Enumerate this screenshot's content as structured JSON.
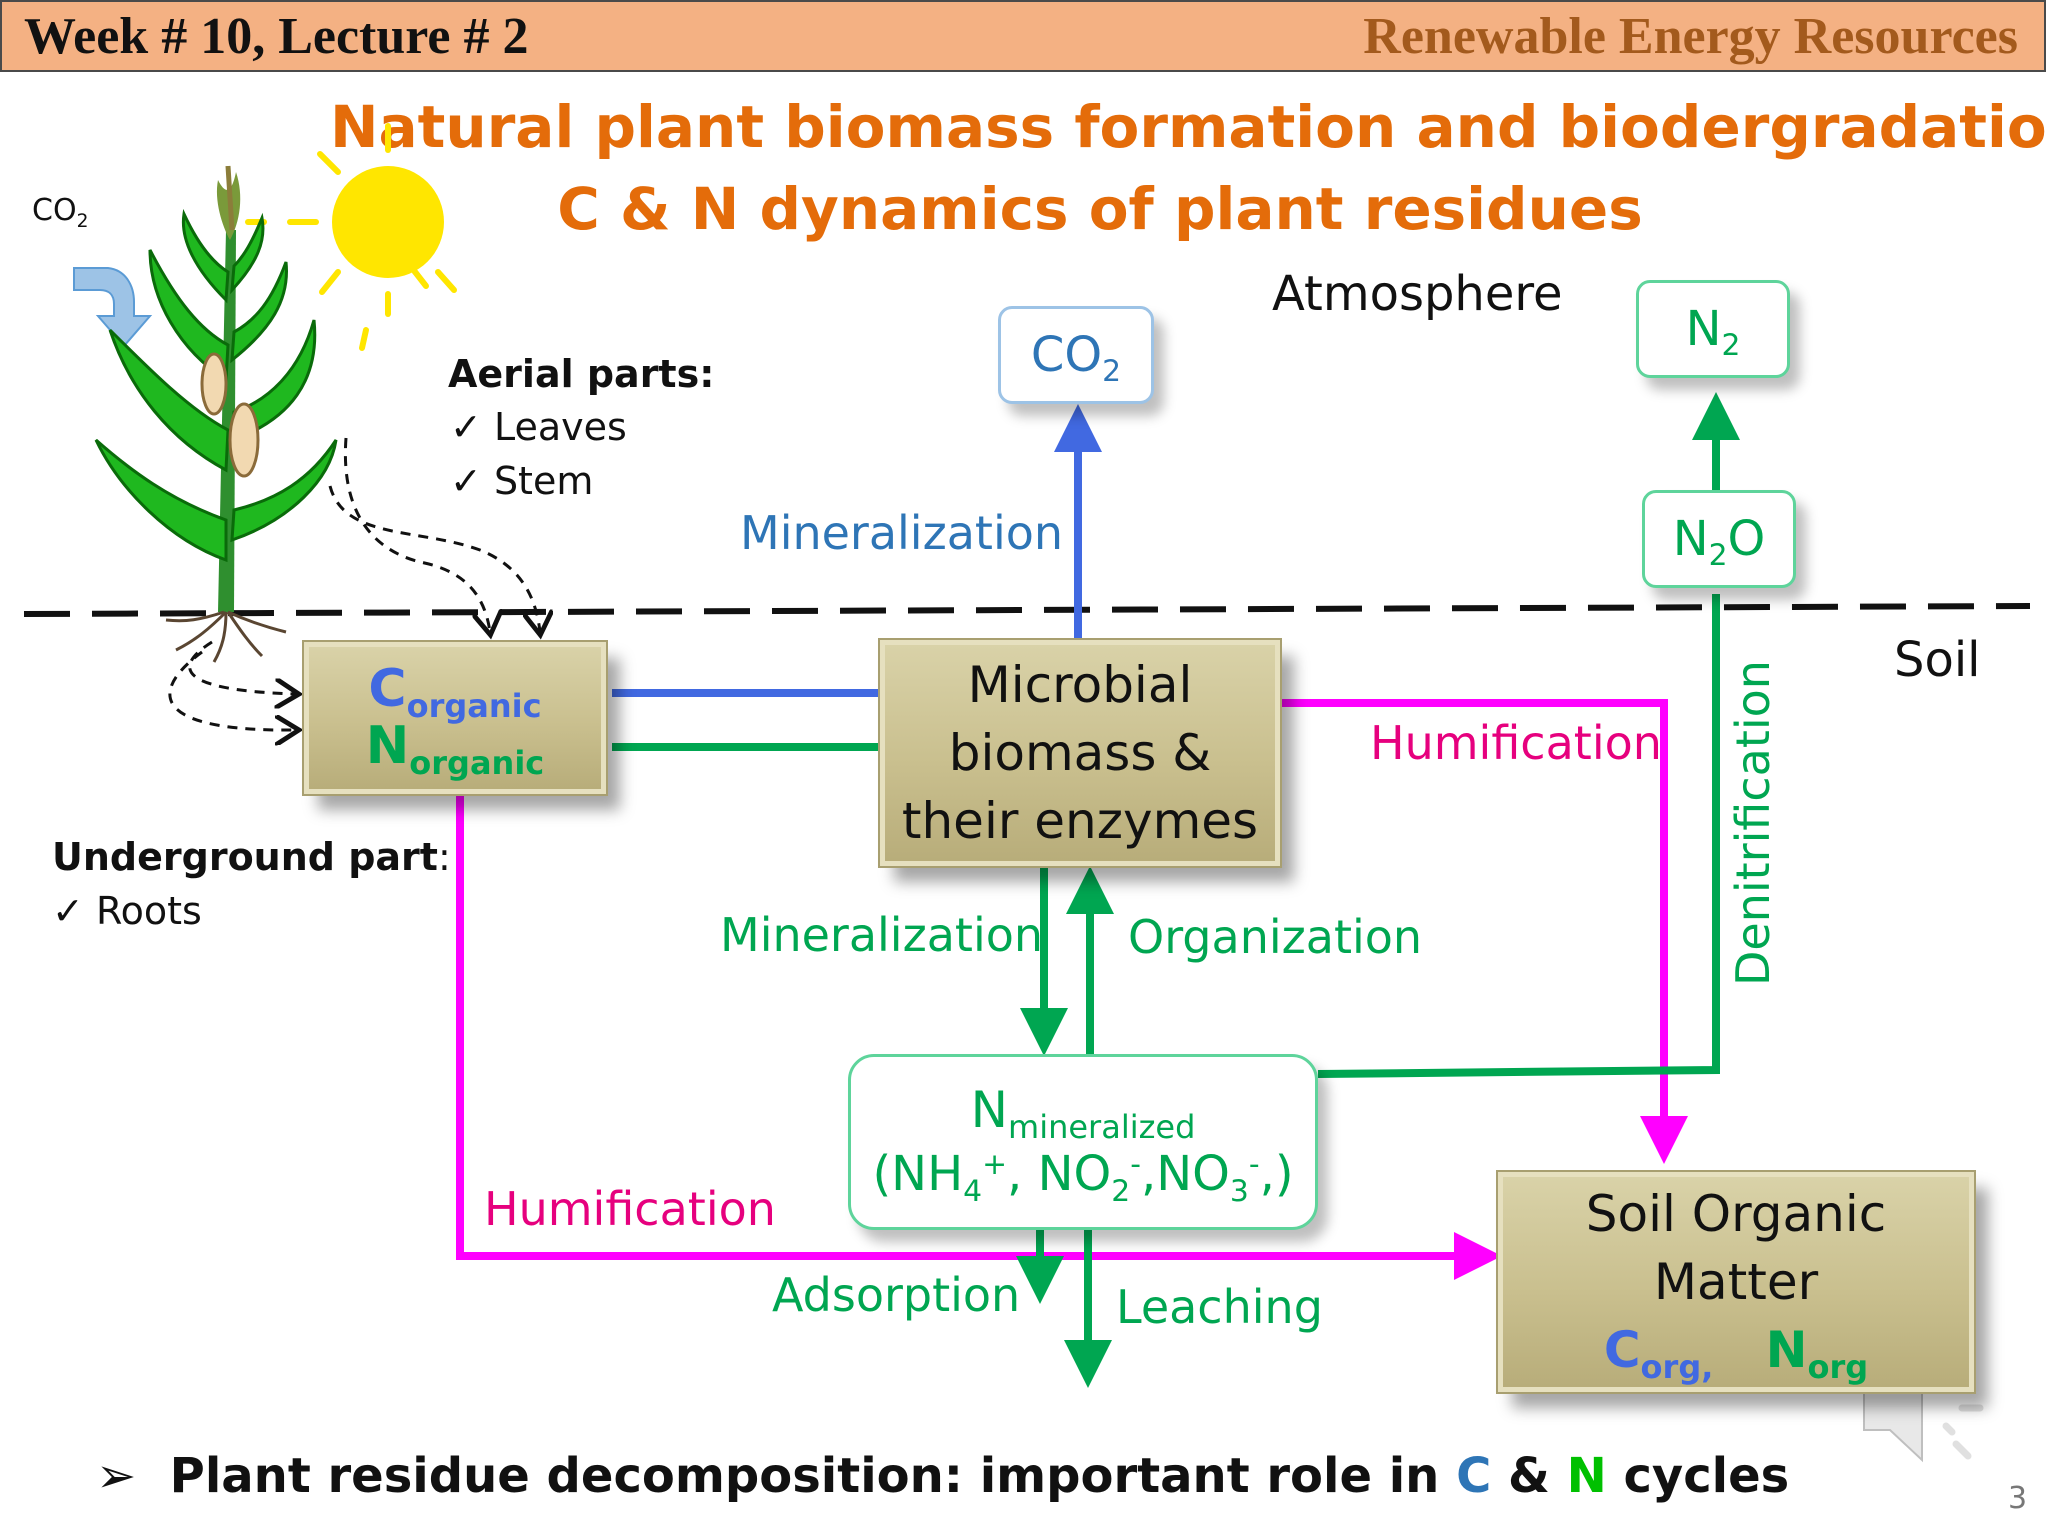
{
  "header": {
    "left": "Week # 10, Lecture # 2",
    "right": "Renewable Energy Resources"
  },
  "title": {
    "line1": "Natural plant biomass formation and biodergradation",
    "line2": "C & N dynamics of plant residues"
  },
  "plant": {
    "co2": "CO",
    "co2_sub": "2",
    "aerial_heading": "Aerial parts:",
    "aerial_items": [
      "Leaves",
      "Stem"
    ],
    "underground_heading": "Underground part",
    "underground_colon": ":",
    "underground_items": [
      "Roots"
    ],
    "check": "✓"
  },
  "zones": {
    "atmosphere": "Atmosphere",
    "soil": "Soil"
  },
  "boxes": {
    "residue": {
      "c": "C",
      "c_sub": "organic",
      "n": "N",
      "n_sub": "organic"
    },
    "microbial": {
      "line1": "Microbial",
      "line2": "biomass &",
      "line3": "their enzymes"
    },
    "co2": {
      "main": "CO",
      "sub": "2"
    },
    "n2": {
      "main": "N",
      "sub": "2"
    },
    "n2o": {
      "main": "N",
      "sub": "2",
      "tail": "O"
    },
    "nmin": {
      "n": "N",
      "n_sub": "mineralized",
      "open": "(NH",
      "nh4_sub": "4",
      "nh4_sup": "+",
      "no2": ", NO",
      "no2_sub": "2",
      "no2_sup": "-",
      "no3": ",NO",
      "no3_sub": "3",
      "no3_sup": "-",
      "close": ",)"
    },
    "som": {
      "line1": "Soil Organic",
      "line2": "Matter",
      "c": "C",
      "c_sub": "org,",
      "n": "N",
      "n_sub": "org"
    }
  },
  "process_labels": {
    "mineralization_top": "Mineralization",
    "humification_right": "Humification",
    "denitrification": "Denitrification",
    "mineralization_mid": "Mineralization",
    "organization": "Organization",
    "humification_left": "Humification",
    "adsorption": "Adsorption",
    "leaching": "Leaching"
  },
  "footer": {
    "bullet": "➢",
    "text1": "Plant residue decomposition: important role in ",
    "c": "C",
    "amp": " & ",
    "n": "N",
    "text2": " cycles",
    "page": "3"
  },
  "colors": {
    "carbon_blue": "#4169e1",
    "nitrogen_green": "#00a651",
    "humification_magenta": "#ff00ff",
    "title_orange": "#e46c0a",
    "header_bg": "#f4b183",
    "box_tan": "#c9bf8e"
  },
  "icons": [
    "sun-icon",
    "plant-icon",
    "speaker-icon",
    "checkmark-icon",
    "bullet-arrow-icon"
  ]
}
